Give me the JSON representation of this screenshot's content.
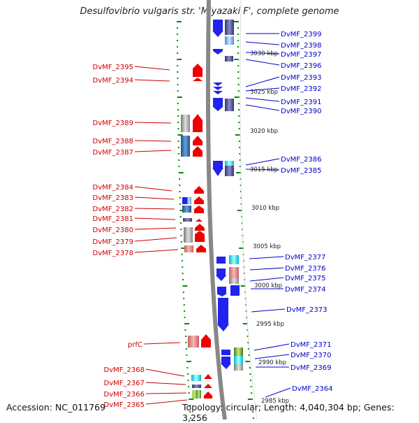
{
  "title": "Desulfovibrio vulgaris str. 'Miyazaki F', complete genome",
  "footer": {
    "accession": "Accession: NC_011769",
    "topology": "Topology: circular; Length: 4,040,304 bp; Genes: 3,256"
  },
  "colors": {
    "forward_strand": "#ff0000",
    "reverse_strand": "#0000ff",
    "backbone": "#888888",
    "ticks": "#008800"
  },
  "kbp_markers": [
    "3030 kbp",
    "3025 kbp",
    "3020 kbp",
    "3015 kbp",
    "3010 kbp",
    "3005 kbp",
    "3000 kbp",
    "2995 kbp",
    "2990 kbp",
    "2985 kbp"
  ],
  "left_labels": [
    "DvMF_2395",
    "DvMF_2394",
    "DvMF_2389",
    "DvMF_2388",
    "DvMF_2387",
    "DvMF_2384",
    "DvMF_2383",
    "DvMF_2382",
    "DvMF_2381",
    "DvMF_2380",
    "DvMF_2379",
    "DvMF_2378",
    "prfC",
    "DvMF_2368",
    "DvMF_2367",
    "DvMF_2366",
    "DvMF_2365"
  ],
  "right_labels": [
    "DvMF_2399",
    "DvMF_2398",
    "DvMF_2397",
    "DvMF_2396",
    "DvMF_2393",
    "DvMF_2392",
    "DvMF_2391",
    "DvMF_2390",
    "DvMF_2386",
    "DvMF_2385",
    "DvMF_2377",
    "DvMF_2376",
    "DvMF_2375",
    "DvMF_2374",
    "DvMF_2373",
    "DvMF_2371",
    "DvMF_2370",
    "DvMF_2369",
    "DvMF_2364"
  ]
}
